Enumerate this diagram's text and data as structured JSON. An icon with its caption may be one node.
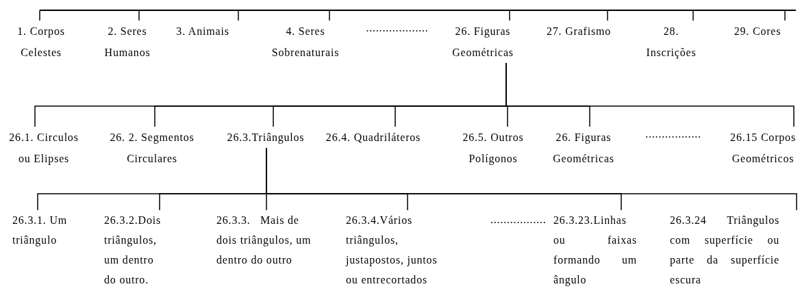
{
  "diagram": {
    "nodes": [
      {
        "text": [],
        "shape": "bar"
      },
      {
        "text": [
          "1. Corpos Celestes"
        ]
      },
      {
        "text": [
          "2. Seres Humanos"
        ]
      },
      {
        "text": [
          "3. Animais"
        ]
      },
      {
        "text": [
          "4. Seres Sobrenaturais"
        ]
      },
      {
        "text": [
          "26. Figuras Geométricas"
        ]
      },
      {
        "text": [
          "27. Grafismo"
        ]
      },
      {
        "text": [
          "28. Inscrições"
        ]
      },
      {
        "text": [
          "29. Cores"
        ]
      },
      {
        "text": [
          "26.1. Circulos ou Elipses"
        ]
      },
      {
        "text": [
          "26. 2. Segmentos Circulares"
        ]
      },
      {
        "text": [
          "26.3.Triângulos"
        ]
      },
      {
        "text": [
          "26.4. Quadriláteros"
        ]
      },
      {
        "text": [
          "26.5. Outros Polígonos"
        ]
      },
      {
        "text": [
          "26. Figuras Geométricas"
        ]
      },
      {
        "text": [
          "26.15 Corpos Geométricos"
        ]
      },
      {
        "text": [
          "26.3.1. Um triângulo"
        ]
      },
      {
        "text": [
          "26.3.2.Dois triângulos, um dentro do outro."
        ]
      },
      {
        "text": [
          "26.3.3.   Mais de dois triângulos, um dentro do outro"
        ]
      },
      {
        "text": [
          "26.3.4.Vários triângulos, justapostos, juntos ou entrecortados"
        ]
      },
      {
        "text": [
          "26.3.23.Linhas ou faixas formando um ângulo"
        ]
      },
      {
        "text": [
          "26.3.24 Triângulos com superfície ou parte da superfície escura"
        ]
      }
    ],
    "edges": [
      {
        "from": 0,
        "to": 1,
        "arrow": "none"
      },
      {
        "from": 0,
        "to": 2,
        "arrow": "none"
      },
      {
        "from": 0,
        "to": 3,
        "arrow": "none"
      },
      {
        "from": 0,
        "to": 4,
        "arrow": "none"
      },
      {
        "from": 0,
        "to": 5,
        "arrow": "none"
      },
      {
        "from": 0,
        "to": 6,
        "arrow": "none"
      },
      {
        "from": 0,
        "to": 7,
        "arrow": "none"
      },
      {
        "from": 0,
        "to": 8,
        "arrow": "none"
      },
      {
        "from": 5,
        "to": 9,
        "arrow": "none"
      },
      {
        "from": 5,
        "to": 10,
        "arrow": "none"
      },
      {
        "from": 5,
        "to": 11,
        "arrow": "none"
      },
      {
        "from": 5,
        "to": 12,
        "arrow": "none"
      },
      {
        "from": 5,
        "to": 13,
        "arrow": "none"
      },
      {
        "from": 5,
        "to": 14,
        "arrow": "none"
      },
      {
        "from": 5,
        "to": 15,
        "arrow": "none"
      },
      {
        "from": 11,
        "to": 16,
        "arrow": "none"
      },
      {
        "from": 11,
        "to": 17,
        "arrow": "none"
      },
      {
        "from": 11,
        "to": 18,
        "arrow": "none"
      },
      {
        "from": 11,
        "to": 19,
        "arrow": "none"
      },
      {
        "from": 11,
        "to": 20,
        "arrow": "none"
      },
      {
        "from": 11,
        "to": 21,
        "arrow": "none"
      }
    ],
    "labels": [
      "...................",
      ".................",
      "................."
    ]
  }
}
